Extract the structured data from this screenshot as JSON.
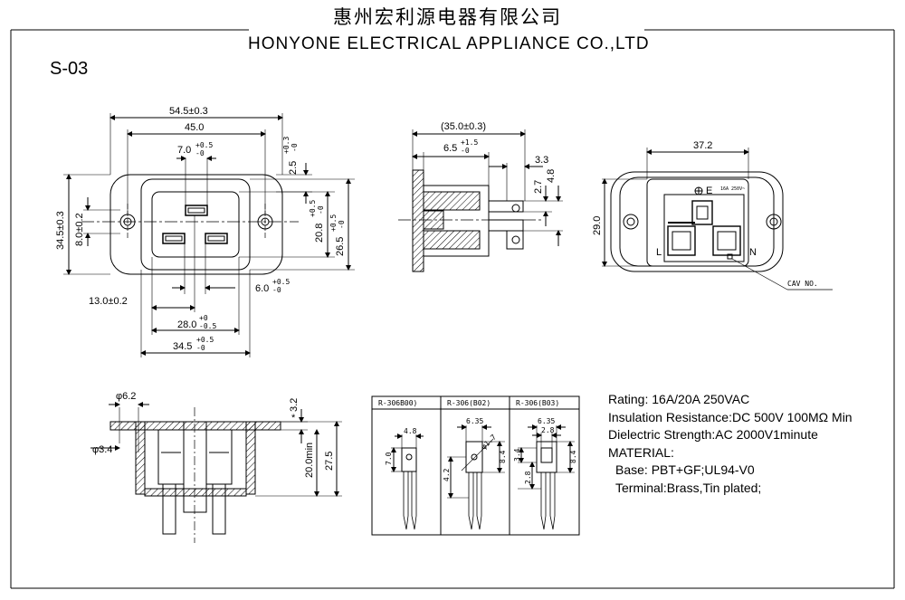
{
  "header": {
    "company_cn": "惠州宏利源电器有限公司",
    "company_en": "HONYONE ELECTRICAL APPLIANCE CO.,LTD"
  },
  "model": "S-03",
  "front_view": {
    "dims": {
      "overall_width": "54.5±0.3",
      "hole_pitch": "45.0",
      "slot_width": "7.0",
      "slot_tol": "+0.5",
      "slot_tol_low": "-0",
      "top_offset": "2.5",
      "top_tol": "+0.3",
      "top_tol_low": "-0",
      "overall_height": "34.5±0.3",
      "hole_height": "8.0±0.2",
      "cutout_inner": "20.8",
      "cutout_inner_tol": "+0.5",
      "cutout_inner_tol_low": "-0",
      "cutout_height": "26.5",
      "cutout_height_tol": "+0.5",
      "cutout_height_tol_low": "-0",
      "pin_gap": "6.0",
      "pin_gap_tol": "+0.5",
      "pin_gap_tol_low": "-0",
      "left_offset": "13.0±0.2",
      "pin_span": "28.0",
      "pin_span_tol": "+0",
      "pin_span_tol_low": "-0.5",
      "cutout_width": "34.5",
      "cutout_width_tol": "+0.5",
      "cutout_width_tol_low": "-0"
    }
  },
  "side_view": {
    "dims": {
      "depth": "(35.0±0.3)",
      "flange": "6.5",
      "flange_tol": "+1.5",
      "flange_tol_low": "-0",
      "terminal_gap": "3.3",
      "dim_27": "2.7",
      "dim_48": "4.8"
    }
  },
  "rear_view": {
    "width": "37.2",
    "height": "29.0",
    "label_e": "E",
    "label_l": "L",
    "label_n": "N",
    "cav_no": "CAV NO.",
    "rating_mark": "16A 250V~"
  },
  "section_view": {
    "dims": {
      "hole_dia": "φ6.2",
      "rivet_dia": "φ3.4",
      "top_dim": "3.2",
      "top_mark": "*",
      "depth_min": "20.0min",
      "depth_total": "27.5"
    }
  },
  "terminals": {
    "headers": [
      "R-306B00)",
      "R-306(B02)",
      "R-306(B03)"
    ],
    "b00": {
      "width": "4.8",
      "height": "7.0"
    },
    "b02": {
      "width": "6.35",
      "hole": "φ1.7",
      "height": "8.4",
      "depth": "4.2"
    },
    "b03": {
      "width": "6.35",
      "inner": "2.8",
      "height": "8.4",
      "depth1": "3.4",
      "depth2": "2.8"
    }
  },
  "specs": {
    "rating": "Rating: 16A/20A 250VAC",
    "insulation": "Insulation Resistance:DC 500V 100MΩ  Min",
    "dielectric": "Dielectric Strength:AC 2000V1minute",
    "material_title": "MATERIAL:",
    "base": "Base: PBT+GF;UL94-V0",
    "terminal": "Terminal:Brass,Tin plated;"
  }
}
